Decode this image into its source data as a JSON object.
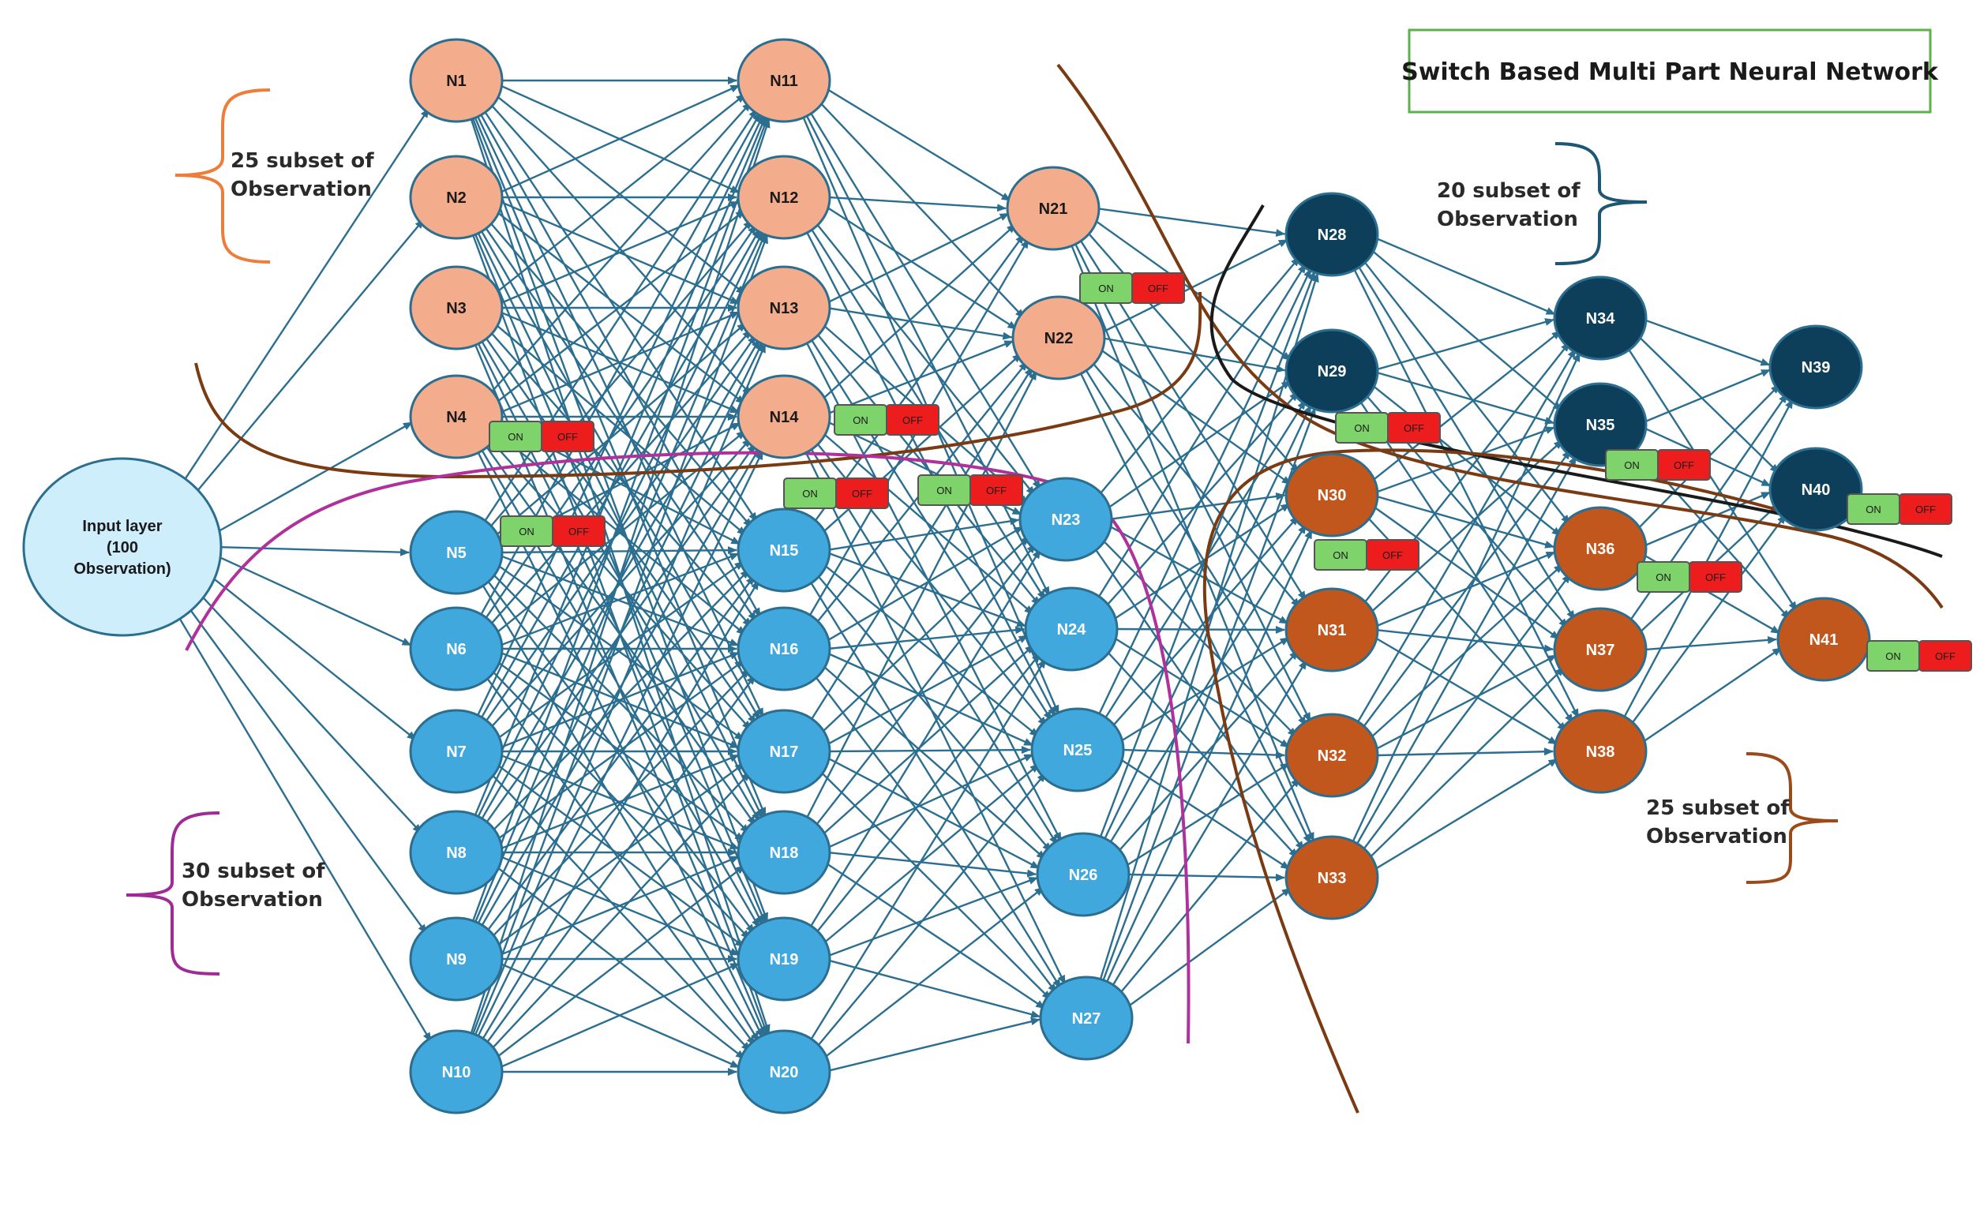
{
  "title": "Switch Based Multi Part Neural Network",
  "colors": {
    "peach": "#f4ad8c",
    "light_blue": "#41a8de",
    "navy": "#0d3f5b",
    "rust": "#c2571d",
    "input": "#cdeefa",
    "edge": "#2b6e8f",
    "on": "#7fd36b",
    "off": "#ee1d1d",
    "orange_brace": "#ef7d3a",
    "purple_brace": "#a02b96",
    "navy_brace": "#1d5773",
    "rust_brace": "#9c4a1a",
    "brown_line": "#7a3b12",
    "purple_line": "#b0309c",
    "title_border": "#5bb24a"
  },
  "input_node": {
    "label": "Input layer (100 Observation)",
    "lines": [
      "Input layer",
      "(100",
      "Observation)"
    ]
  },
  "nodes": [
    {
      "id": "N1",
      "group": "peach"
    },
    {
      "id": "N2",
      "group": "peach"
    },
    {
      "id": "N3",
      "group": "peach"
    },
    {
      "id": "N4",
      "group": "peach"
    },
    {
      "id": "N5",
      "group": "light_blue"
    },
    {
      "id": "N6",
      "group": "light_blue"
    },
    {
      "id": "N7",
      "group": "light_blue"
    },
    {
      "id": "N8",
      "group": "light_blue"
    },
    {
      "id": "N9",
      "group": "light_blue"
    },
    {
      "id": "N10",
      "group": "light_blue"
    },
    {
      "id": "N11",
      "group": "peach"
    },
    {
      "id": "N12",
      "group": "peach"
    },
    {
      "id": "N13",
      "group": "peach"
    },
    {
      "id": "N14",
      "group": "peach"
    },
    {
      "id": "N15",
      "group": "light_blue"
    },
    {
      "id": "N16",
      "group": "light_blue"
    },
    {
      "id": "N17",
      "group": "light_blue"
    },
    {
      "id": "N18",
      "group": "light_blue"
    },
    {
      "id": "N19",
      "group": "light_blue"
    },
    {
      "id": "N20",
      "group": "light_blue"
    },
    {
      "id": "N21",
      "group": "peach"
    },
    {
      "id": "N22",
      "group": "peach"
    },
    {
      "id": "N23",
      "group": "light_blue"
    },
    {
      "id": "N24",
      "group": "light_blue"
    },
    {
      "id": "N25",
      "group": "light_blue"
    },
    {
      "id": "N26",
      "group": "light_blue"
    },
    {
      "id": "N27",
      "group": "light_blue"
    },
    {
      "id": "N28",
      "group": "navy"
    },
    {
      "id": "N29",
      "group": "navy"
    },
    {
      "id": "N30",
      "group": "rust"
    },
    {
      "id": "N31",
      "group": "rust"
    },
    {
      "id": "N32",
      "group": "rust"
    },
    {
      "id": "N33",
      "group": "rust"
    },
    {
      "id": "N34",
      "group": "navy"
    },
    {
      "id": "N35",
      "group": "navy"
    },
    {
      "id": "N36",
      "group": "rust"
    },
    {
      "id": "N37",
      "group": "rust"
    },
    {
      "id": "N38",
      "group": "rust"
    },
    {
      "id": "N39",
      "group": "navy"
    },
    {
      "id": "N40",
      "group": "navy"
    },
    {
      "id": "N41",
      "group": "rust"
    }
  ],
  "switches": [
    {
      "id": "sw-n4",
      "on": "ON",
      "off": "OFF"
    },
    {
      "id": "sw-n5",
      "on": "ON",
      "off": "OFF"
    },
    {
      "id": "sw-n14",
      "on": "ON",
      "off": "OFF"
    },
    {
      "id": "sw-n15",
      "on": "ON",
      "off": "OFF"
    },
    {
      "id": "sw-mid",
      "on": "ON",
      "off": "OFF"
    },
    {
      "id": "sw-n22",
      "on": "ON",
      "off": "OFF"
    },
    {
      "id": "sw-n29",
      "on": "ON",
      "off": "OFF"
    },
    {
      "id": "sw-n30",
      "on": "ON",
      "off": "OFF"
    },
    {
      "id": "sw-n35",
      "on": "ON",
      "off": "OFF"
    },
    {
      "id": "sw-n36",
      "on": "ON",
      "off": "OFF"
    },
    {
      "id": "sw-n40",
      "on": "ON",
      "off": "OFF"
    },
    {
      "id": "sw-n41",
      "on": "ON",
      "off": "OFF"
    }
  ],
  "annotations": [
    {
      "id": "peach-subset",
      "lines": [
        "25 subset of",
        "Observation"
      ]
    },
    {
      "id": "blue-subset",
      "lines": [
        "30 subset of",
        "Observation"
      ]
    },
    {
      "id": "navy-subset",
      "lines": [
        "20 subset of",
        "Observation"
      ]
    },
    {
      "id": "rust-subset",
      "lines": [
        "25 subset of",
        "Observation"
      ]
    }
  ]
}
